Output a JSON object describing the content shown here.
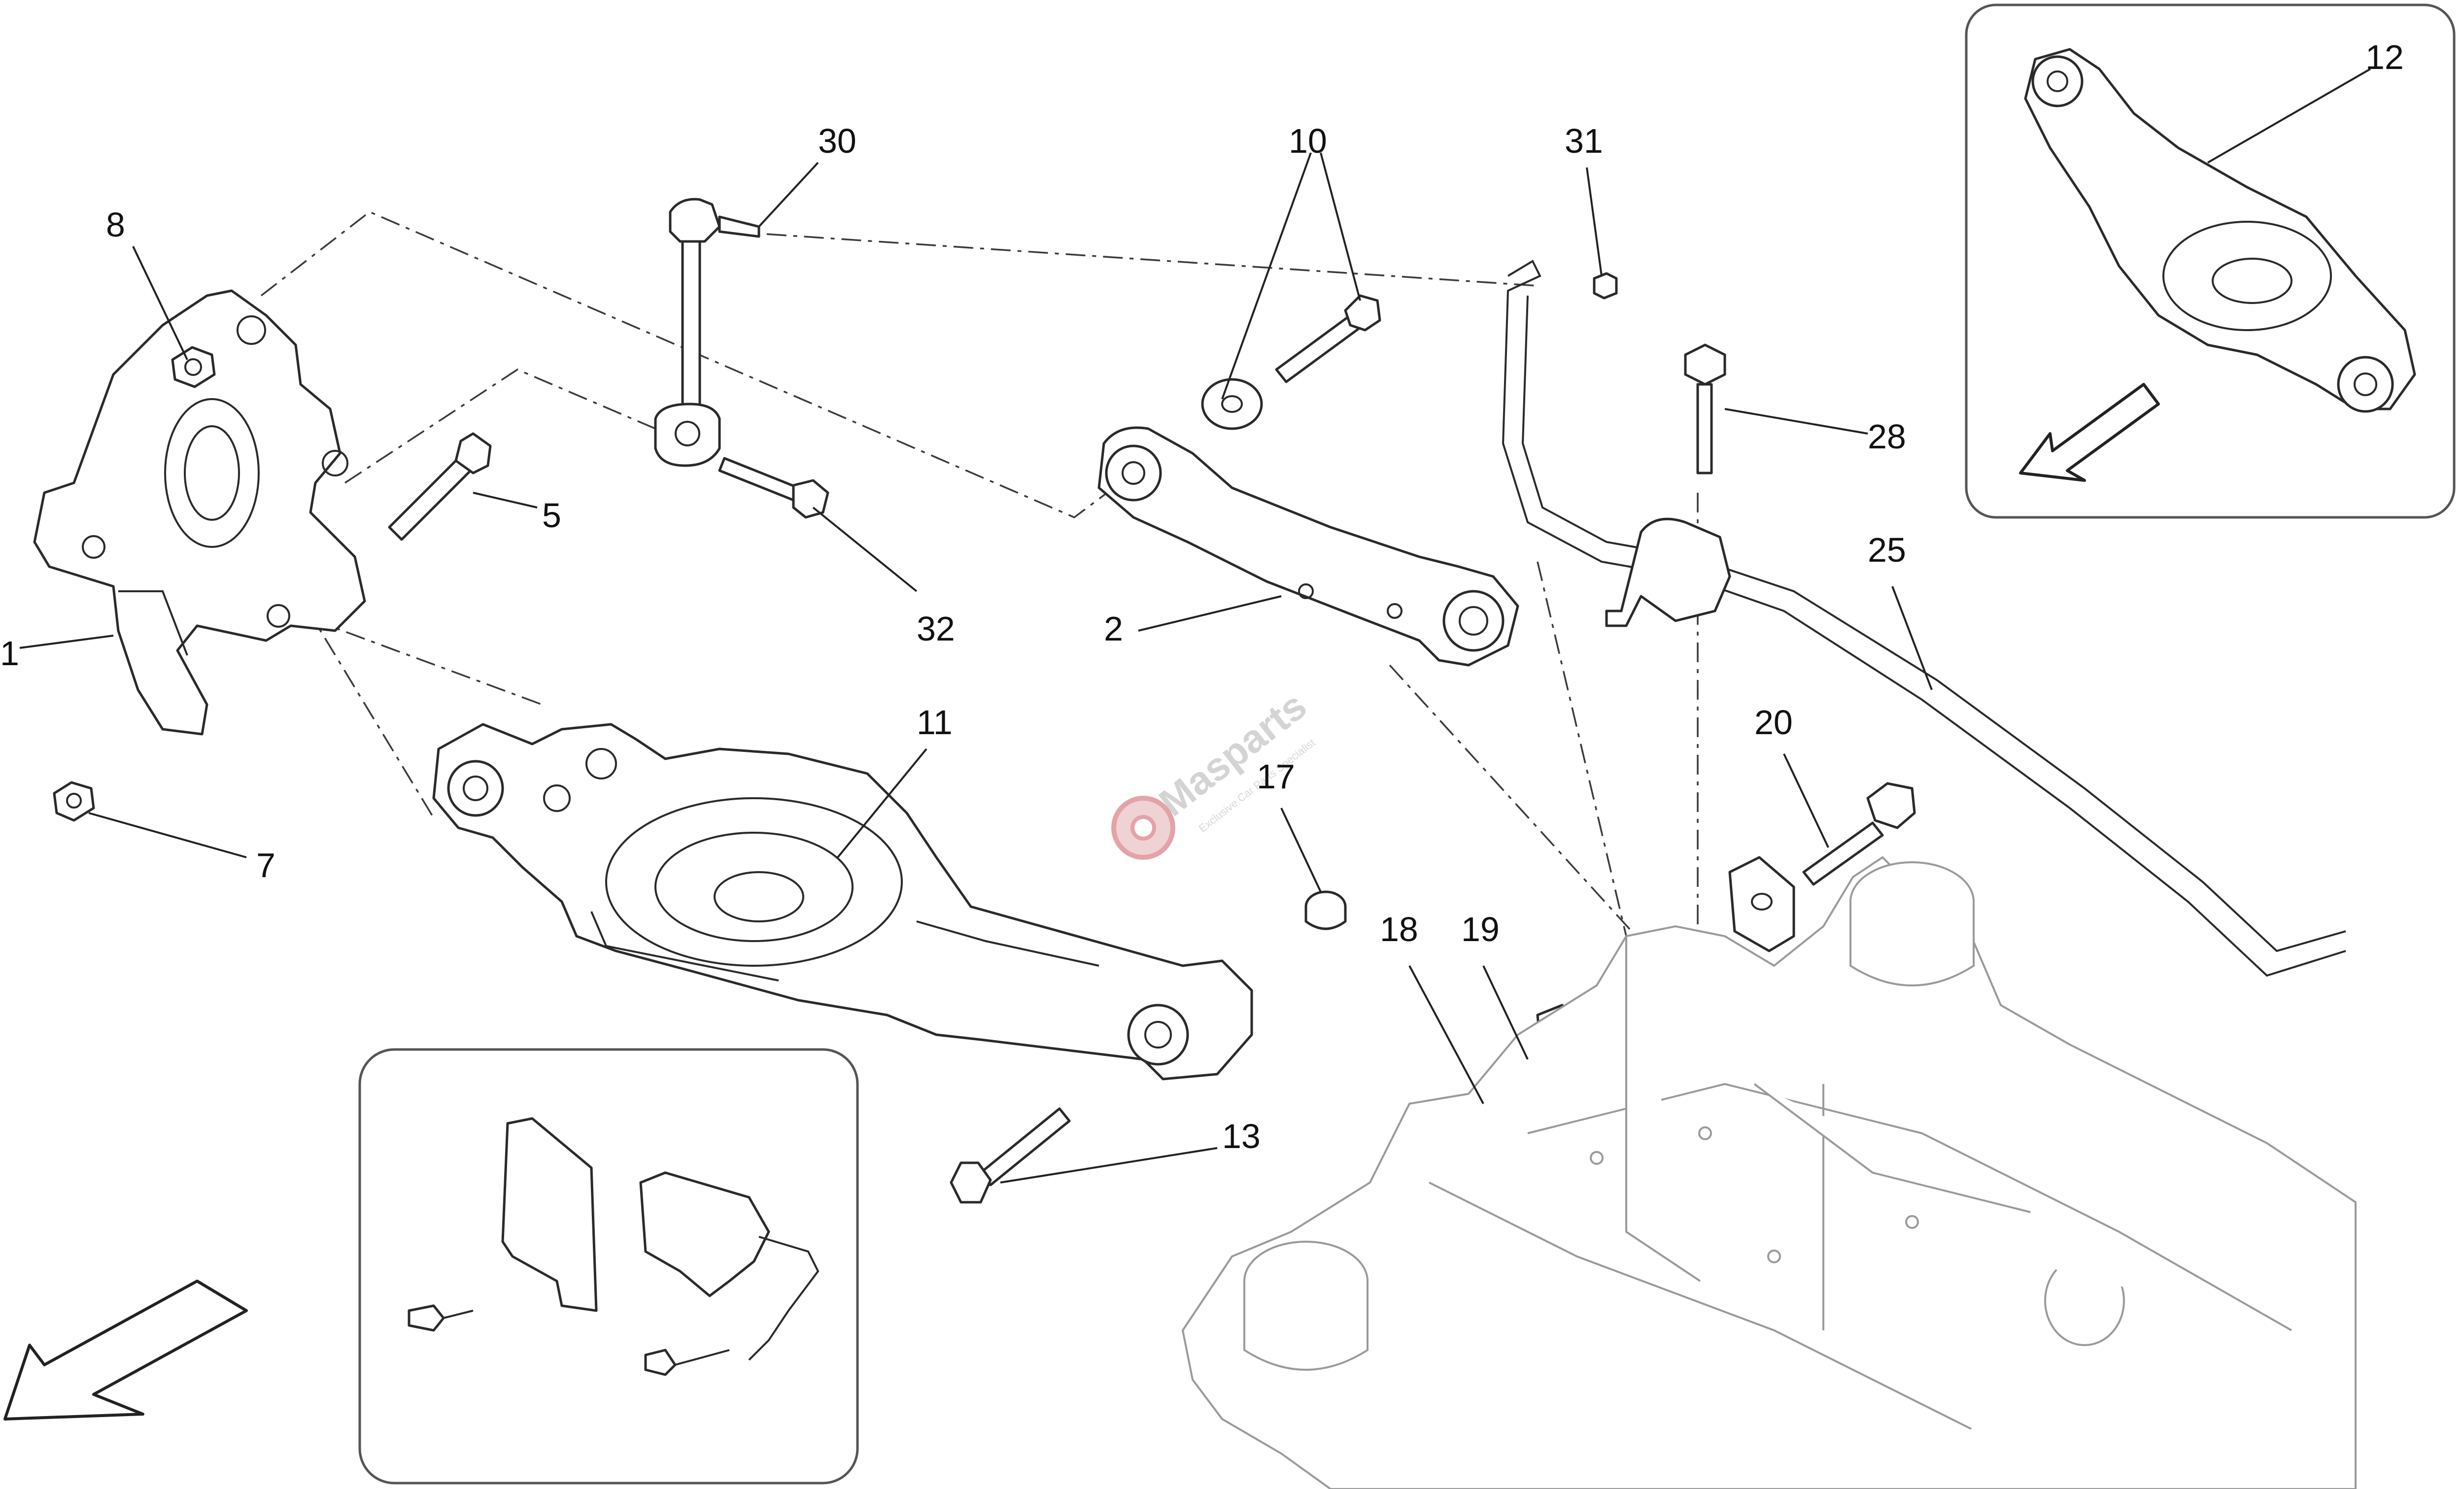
{
  "callouts": {
    "c1": "1",
    "c2": "2",
    "c5": "5",
    "c7": "7",
    "c8": "8",
    "c10": "10",
    "c11": "11",
    "c12": "12",
    "c13": "13",
    "c17": "17",
    "c18": "18",
    "c19": "19",
    "c20": "20",
    "c25": "25",
    "c28": "28",
    "c30": "30",
    "c31": "31",
    "c32": "32"
  },
  "watermark": {
    "brand": "Masparts",
    "tagline": "Exclusive Car Parts Specialist"
  },
  "icons": {
    "direction_arrow_main": "front-direction-arrow-icon",
    "direction_arrow_inset": "front-direction-arrow-icon",
    "watermark_logo": "gear-logo-icon"
  },
  "colors": {
    "line": "#2a2a2a",
    "background": "#ffffff",
    "watermark_red": "#e3a3a8",
    "watermark_grey": "#d4d4d4"
  }
}
